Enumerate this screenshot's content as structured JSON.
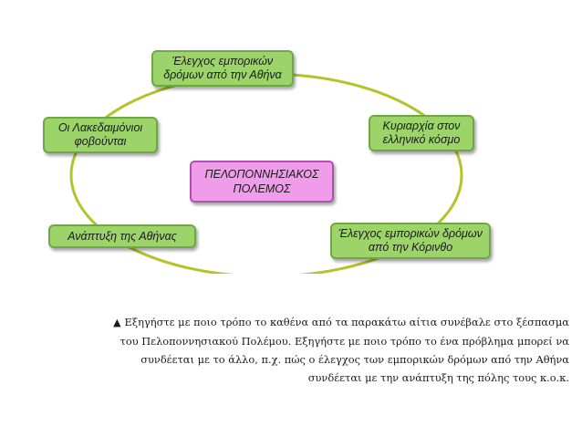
{
  "diagram": {
    "center": "ΠΕΛΟΠΟΝΝΗΣΙΑΚΟΣ\nΠΟΛΕΜΟΣ",
    "nodes": {
      "top": "Έλεγχος εμπορικών\nδρόμων από την Αθήνα",
      "right_upper": "Κυριαρχία στον\nελληνικό κόσμο",
      "right_lower": "Έλεγχος εμπορικών δρόμων\nαπό την Κόρινθο",
      "left_lower": "Ανάπτυξη της Αθήνας",
      "left_upper": "Οι Λακεδαιμόνιοι\nφοβούνται"
    },
    "colors": {
      "node_fill": "#9dd46a",
      "center_fill": "#ef9cea",
      "ellipse": "#b5c22a"
    }
  },
  "caption": {
    "icon": "triangle-up-icon",
    "lines": [
      "Εξηγήστε με ποιο τρόπο το καθένα από τα παρακάτω αίτια συνέβαλε στο ξέσπασμα",
      "του Πελοποννησιακού Πολέμου. Εξηγήστε με ποιο τρόπο το ένα πρόβλημα μπορεί να",
      "συνδέεται με το άλλο, π.χ. πώς ο έλεγχος των εμπορικών δρόμων από την Αθήνα",
      "συνδέεται με την ανάπτυξη της πόλης τους κ.ο.κ."
    ]
  }
}
